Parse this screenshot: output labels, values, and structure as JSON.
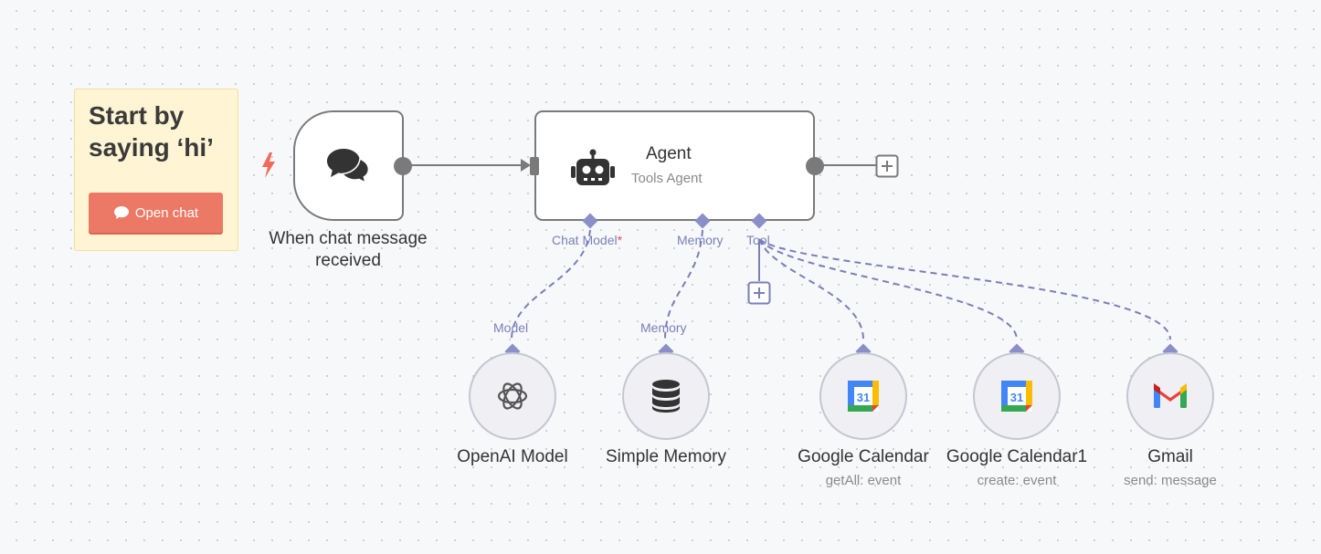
{
  "sticky": {
    "title": "Start by saying ‘hi’",
    "button_label": "Open chat"
  },
  "trigger": {
    "label": "When chat message received",
    "icon": "chat-bubbles-icon"
  },
  "agent": {
    "title": "Agent",
    "subtitle": "Tools Agent",
    "icon": "robot-icon",
    "ports": {
      "chat_model": "Chat Model",
      "chat_model_required": "*",
      "memory": "Memory",
      "tool": "Tool"
    }
  },
  "sub_nodes": {
    "openai": {
      "label": "OpenAI Model",
      "port": "Model",
      "icon": "openai-icon"
    },
    "memory": {
      "label": "Simple Memory",
      "port": "Memory",
      "icon": "database-icon"
    },
    "gcal": {
      "label": "Google Calendar",
      "subtitle": "getAll: event",
      "icon": "google-calendar-icon"
    },
    "gcal1": {
      "label": "Google Calendar1",
      "subtitle": "create: event",
      "icon": "google-calendar-icon"
    },
    "gmail": {
      "label": "Gmail",
      "subtitle": "send: message",
      "icon": "gmail-icon"
    }
  },
  "colors": {
    "accent_port": "#8b8fc7",
    "open_chat_button": "#ec7966",
    "sticky_bg": "#fff4d4",
    "trigger_bolt": "#f06b5a",
    "node_border": "#7a7a7a"
  }
}
